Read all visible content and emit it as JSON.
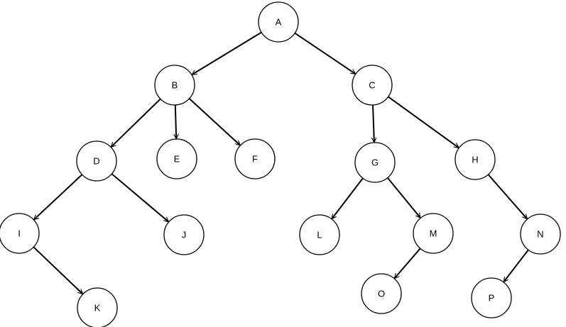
{
  "tree": {
    "nodes": [
      {
        "id": "A",
        "label": "A"
      },
      {
        "id": "B",
        "label": "B"
      },
      {
        "id": "C",
        "label": "C"
      },
      {
        "id": "D",
        "label": "D"
      },
      {
        "id": "E",
        "label": "E"
      },
      {
        "id": "F",
        "label": "F"
      },
      {
        "id": "G",
        "label": "G"
      },
      {
        "id": "H",
        "label": "H"
      },
      {
        "id": "I",
        "label": "I"
      },
      {
        "id": "J",
        "label": "J"
      },
      {
        "id": "L",
        "label": "L"
      },
      {
        "id": "M",
        "label": "M"
      },
      {
        "id": "N",
        "label": "N"
      },
      {
        "id": "K",
        "label": "K"
      },
      {
        "id": "O",
        "label": "O"
      },
      {
        "id": "P",
        "label": "P"
      }
    ],
    "edges": [
      {
        "from": "A",
        "to": "B"
      },
      {
        "from": "A",
        "to": "C"
      },
      {
        "from": "B",
        "to": "D"
      },
      {
        "from": "B",
        "to": "E"
      },
      {
        "from": "B",
        "to": "F"
      },
      {
        "from": "C",
        "to": "G"
      },
      {
        "from": "C",
        "to": "H"
      },
      {
        "from": "D",
        "to": "I"
      },
      {
        "from": "D",
        "to": "J"
      },
      {
        "from": "I",
        "to": "K"
      },
      {
        "from": "G",
        "to": "L"
      },
      {
        "from": "G",
        "to": "M"
      },
      {
        "from": "M",
        "to": "O"
      },
      {
        "from": "H",
        "to": "N"
      },
      {
        "from": "N",
        "to": "P"
      }
    ]
  }
}
